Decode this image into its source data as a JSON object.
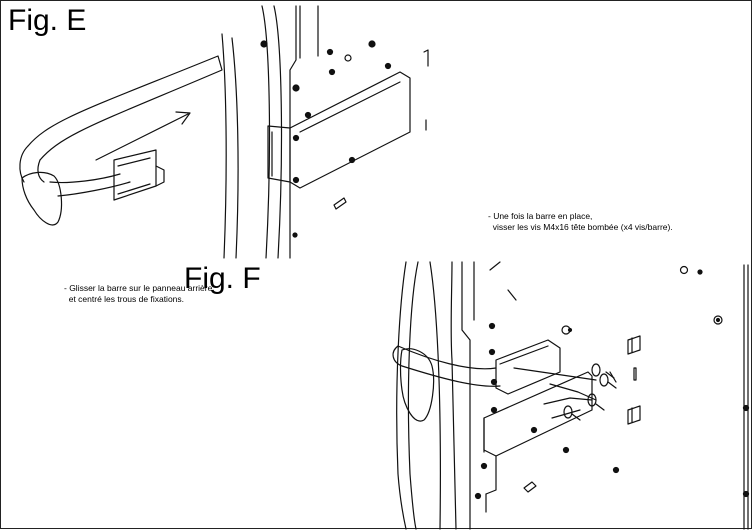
{
  "figures": {
    "fig_e": {
      "title": "Fig. E",
      "instruction": "- Glisser la barre sur le panneau arrière\n  et centré les trous de fixations."
    },
    "fig_f": {
      "title": "Fig. F",
      "instruction": "- Une fois la barre en place,\n  visser les vis M4x16 tête bombée (x4 vis/barre)."
    }
  },
  "colors": {
    "line": "#111111",
    "background": "#ffffff"
  },
  "icons": [
    "arrow-icon",
    "screw-icon",
    "bracket-icon"
  ]
}
